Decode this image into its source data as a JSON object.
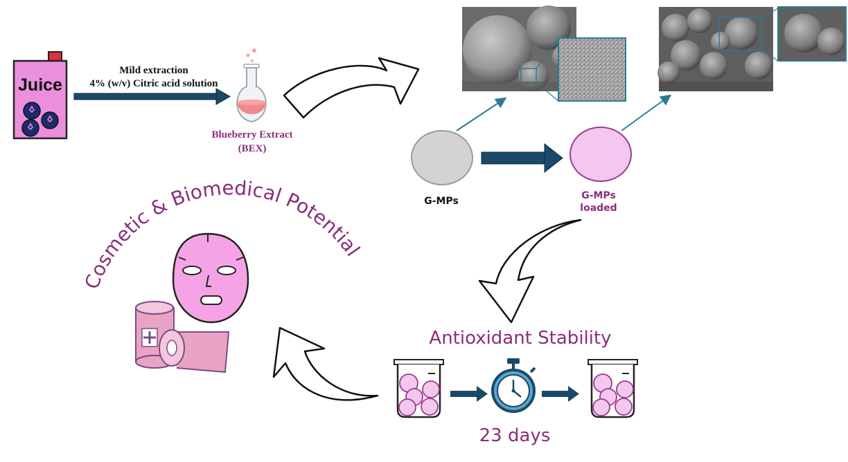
{
  "colors": {
    "dark_blue": "#1b4a68",
    "teal": "#2b7a93",
    "purple": "#8b2d7a",
    "pink_fill": "#e98fdc",
    "light_pink": "#f3c7ee",
    "grey_particle": "#d3d3d3"
  },
  "juice_label": "Juice",
  "extraction": {
    "line1": "Mild extraction",
    "line2": "4% (w/v) Citric acid solution"
  },
  "extract": {
    "line1": "Blueberry Extract",
    "line2": "(BEX)"
  },
  "particles": {
    "empty_label": "G-MPs",
    "loaded_label_1": "G-MPs",
    "loaded_label_2": "loaded"
  },
  "stability": {
    "title": "Antioxidant Stability",
    "duration": "23 days"
  },
  "potential_title": "Cosmetic & Biomedical Potential",
  "icons": [
    "juice-box-icon",
    "flask-icon",
    "sem-image",
    "face-mask-icon",
    "bandage-roll-icon",
    "beaker-icon",
    "stopwatch-icon",
    "curved-arrow-icon"
  ]
}
